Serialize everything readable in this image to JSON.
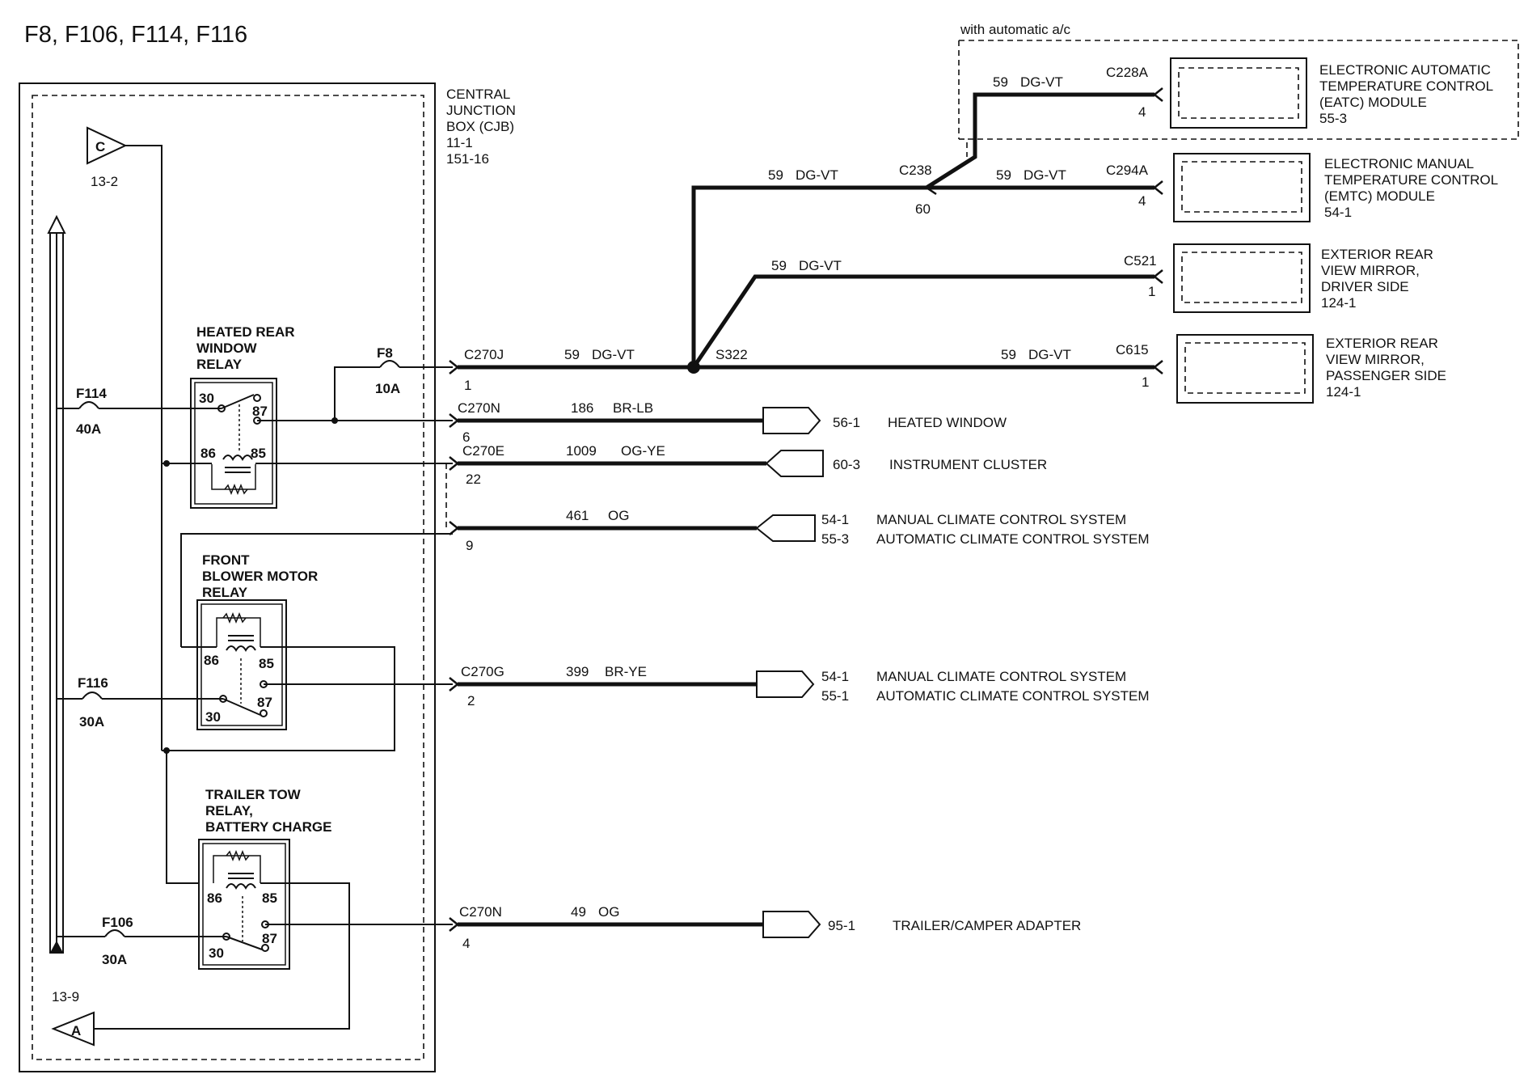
{
  "title": "F8, F106, F114, F116",
  "cjb": {
    "line1": "CENTRAL",
    "line2": "JUNCTION",
    "line3": "BOX (CJB)",
    "line4": "11-1",
    "line5": "151-16"
  },
  "auto_ac_note": "with automatic a/c",
  "ref_c": {
    "letter": "C",
    "page": "13-2"
  },
  "ref_a": {
    "letter": "A",
    "page": "13-9"
  },
  "relays": {
    "heated_rear": {
      "line1": "HEATED REAR",
      "line2": "WINDOW",
      "line3": "RELAY"
    },
    "blower": {
      "line1": "FRONT",
      "line2": "BLOWER MOTOR",
      "line3": "RELAY"
    },
    "trailer": {
      "line1": "TRAILER TOW",
      "line2": "RELAY,",
      "line3": "BATTERY CHARGE"
    },
    "pins": {
      "p30": "30",
      "p85": "85",
      "p86": "86",
      "p87": "87"
    }
  },
  "fuses": {
    "f114": {
      "name": "F114",
      "rating": "40A"
    },
    "f116": {
      "name": "F116",
      "rating": "30A"
    },
    "f106": {
      "name": "F106",
      "rating": "30A"
    },
    "f8": {
      "name": "F8",
      "rating": "10A"
    }
  },
  "connectors": {
    "c270j": {
      "name": "C270J",
      "pin": "1"
    },
    "c270n_a": {
      "name": "C270N",
      "pin": "6"
    },
    "c270e": {
      "name": "C270E",
      "pin": "22"
    },
    "pin9": {
      "pin": "9"
    },
    "c270g": {
      "name": "C270G",
      "pin": "2"
    },
    "c270n_b": {
      "name": "C270N",
      "pin": "4"
    },
    "c238": {
      "name": "C238",
      "pin": "60"
    },
    "c228a": {
      "name": "C228A",
      "pin": "4"
    },
    "c294a": {
      "name": "C294A",
      "pin": "4"
    },
    "c521": {
      "name": "C521",
      "pin": "1"
    },
    "c615": {
      "name": "C615",
      "pin": "1"
    },
    "s322": {
      "name": "S322"
    }
  },
  "wires": {
    "w59": {
      "num": "59",
      "color": "DG-VT"
    },
    "w186": {
      "num": "186",
      "color": "BR-LB"
    },
    "w1009": {
      "num": "1009",
      "color": "OG-YE"
    },
    "w461": {
      "num": "461",
      "color": "OG"
    },
    "w399": {
      "num": "399",
      "color": "BR-YE"
    },
    "w49": {
      "num": "49",
      "color": "OG"
    }
  },
  "outputs": {
    "heated_window": {
      "page": "56-1",
      "label": "HEATED WINDOW"
    },
    "instrument_cluster": {
      "page": "60-3",
      "label": "INSTRUMENT CLUSTER"
    },
    "w461_a": {
      "page": "54-1",
      "label": "MANUAL CLIMATE CONTROL SYSTEM"
    },
    "w461_b": {
      "page": "55-3",
      "label": "AUTOMATIC CLIMATE CONTROL SYSTEM"
    },
    "w399_a": {
      "page": "54-1",
      "label": "MANUAL CLIMATE CONTROL SYSTEM"
    },
    "w399_b": {
      "page": "55-1",
      "label": "AUTOMATIC CLIMATE CONTROL SYSTEM"
    },
    "trailer": {
      "page": "95-1",
      "label": "TRAILER/CAMPER ADAPTER"
    }
  },
  "modules": {
    "eatc": {
      "line1": "ELECTRONIC AUTOMATIC",
      "line2": "TEMPERATURE CONTROL",
      "line3": "(EATC) MODULE",
      "line4": "55-3"
    },
    "emtc": {
      "line1": "ELECTRONIC MANUAL",
      "line2": "TEMPERATURE CONTROL",
      "line3": "(EMTC) MODULE",
      "line4": "54-1"
    },
    "mirror_driver": {
      "line1": "EXTERIOR REAR",
      "line2": "VIEW MIRROR,",
      "line3": "DRIVER SIDE",
      "line4": "124-1"
    },
    "mirror_pass": {
      "line1": "EXTERIOR REAR",
      "line2": "VIEW MIRROR,",
      "line3": "PASSENGER SIDE",
      "line4": "124-1"
    }
  }
}
